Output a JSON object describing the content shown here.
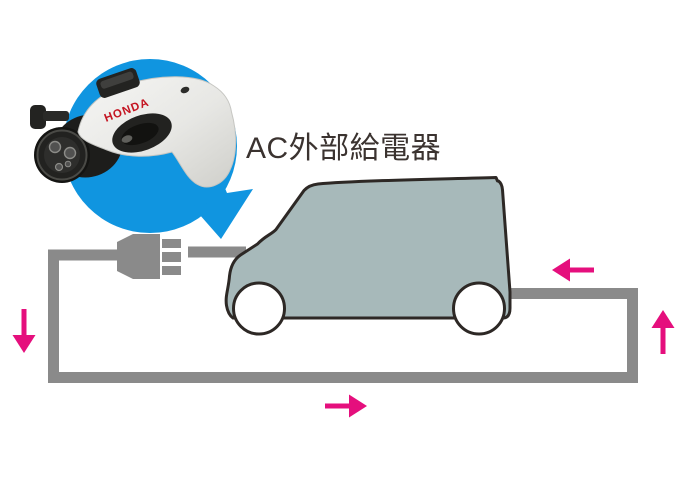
{
  "diagram": {
    "title": "AC外部給電器",
    "title_color": "#3b3330",
    "background_color": "#ffffff"
  },
  "device": {
    "brand_label": "HONDA",
    "brand_text_color": "#c41421",
    "body_color_light": "#f2f2f0",
    "body_color_shade": "#d3d3cf",
    "connector_color": "#1d1d1b"
  },
  "highlight": {
    "circle_color": "#1095e0",
    "pointer_arrow_color": "#1095e0",
    "pointer_arrow_direction": "down"
  },
  "cable": {
    "color": "#8a8a8a"
  },
  "plug": {
    "color": "#8a8a8a",
    "prong_count": 3
  },
  "vehicle": {
    "body_color": "#a7b9ba",
    "outline_color": "#2d2825",
    "wheel_fill": "#ffffff"
  },
  "flow_arrows": {
    "color": "#e50f7d",
    "directions": [
      "down",
      "right",
      "up",
      "left"
    ]
  }
}
